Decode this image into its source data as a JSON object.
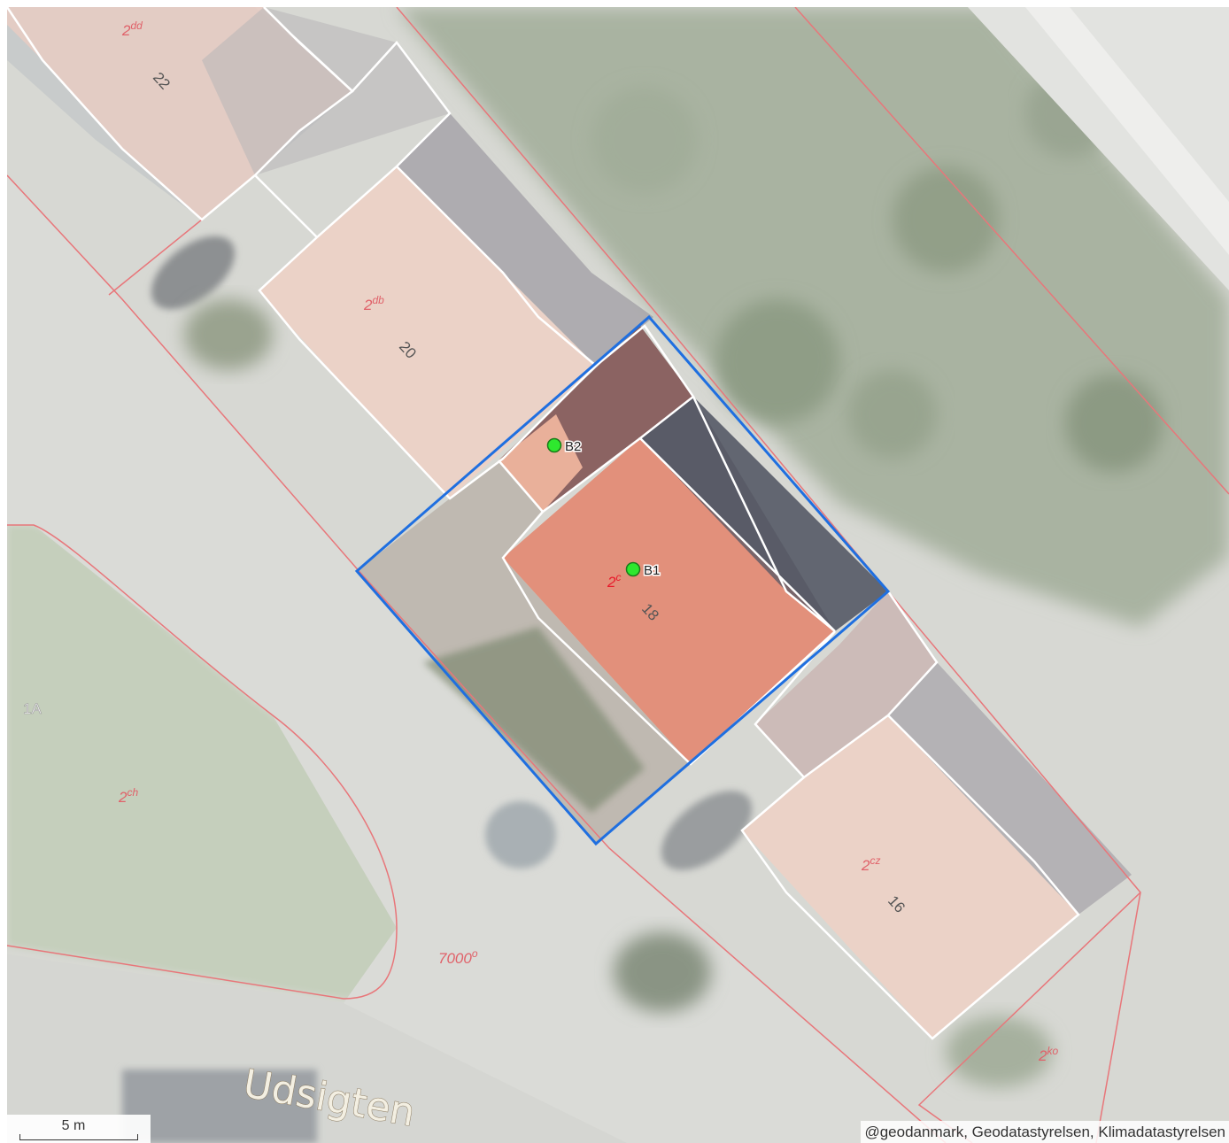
{
  "map": {
    "street_label": "Udsigten",
    "parcel_labels": [
      {
        "base": "2",
        "sup": "dd"
      },
      {
        "base": "2",
        "sup": "db"
      },
      {
        "base": "2",
        "sup": "cz"
      },
      {
        "base": "2",
        "sup": "ch"
      },
      {
        "base": "2",
        "sup": "ko"
      },
      {
        "base": "7000",
        "sup": "o"
      },
      {
        "base": "2",
        "sup": "c"
      }
    ],
    "house_numbers": [
      "22",
      "20",
      "18",
      "16"
    ],
    "area_label": "1A",
    "markers": [
      {
        "label": "B2",
        "color": "#2ee82e"
      },
      {
        "label": "B1",
        "color": "#2ee82e"
      }
    ],
    "colors": {
      "selected_parcel": "#1f6fe0",
      "cadastral_line": "#e8767a",
      "building_outline": "#ffffff",
      "parcel_label": "#e0626a"
    }
  },
  "scale": {
    "label": "5 m"
  },
  "attribution": "@geodanmark, Geodatastyrelsen, Klimadatastyrelsen"
}
